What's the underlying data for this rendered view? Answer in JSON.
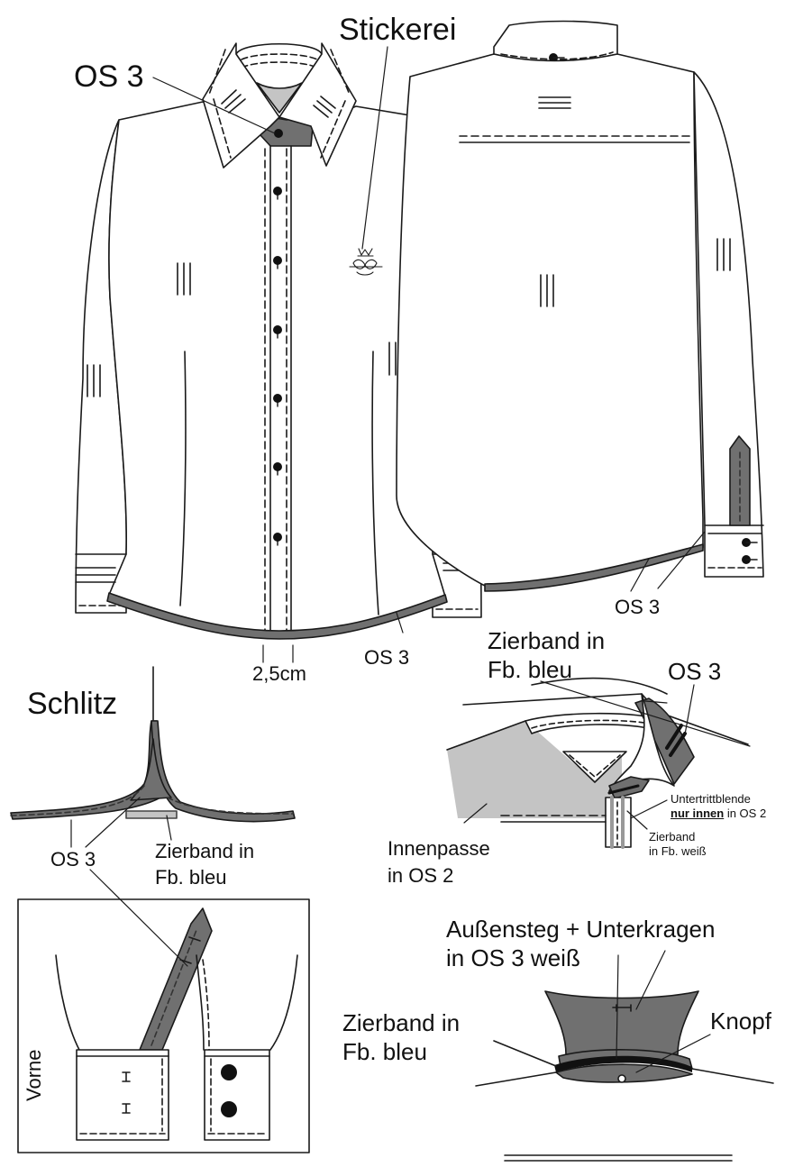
{
  "colors": {
    "os3": "#707070",
    "os2": "#c4c4c4",
    "line": "#1a1a1a"
  },
  "labels": {
    "stickerei": "Stickerei",
    "os3_main": "OS 3",
    "os3_hem": "OS 3",
    "os3_cuff": "OS 3",
    "width": "2,5cm",
    "schlitz": "Schlitz",
    "os3_schlitz": "OS 3",
    "zierband_schlitz_1": "Zierband in",
    "zierband_schlitz_2": "Fb. bleu",
    "zierband_collar_1": "Zierband in",
    "zierband_collar_2": "Fb. bleu",
    "os3_collar": "OS 3",
    "untertritt_1": "Untertrittblende",
    "untertritt_2a": "nur innen",
    "untertritt_2b": " in OS 2",
    "zierband_weiss_1": "Zierband",
    "zierband_weiss_2": "in Fb. weiß",
    "innenpasse_1": "Innenpasse",
    "innenpasse_2": "in OS 2",
    "aussensteg_1": "Außensteg + Unterkragen",
    "aussensteg_2": "in OS 3 weiß",
    "zierband_stand_1": "Zierband in",
    "zierband_stand_2": "Fb. bleu",
    "knopf": "Knopf",
    "vorne": "Vorne"
  }
}
